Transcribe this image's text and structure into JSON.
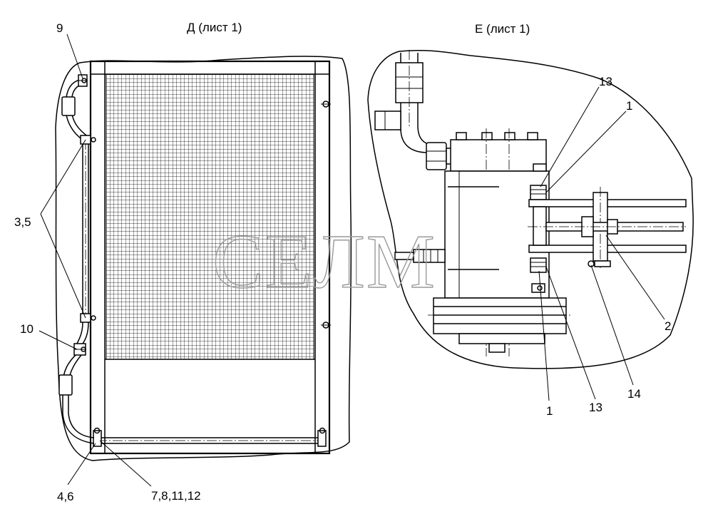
{
  "views": {
    "left_title": "Д (лист 1)",
    "right_title": "Е (лист 1)"
  },
  "callouts": {
    "c9": "9",
    "c35": "3,5",
    "c10": "10",
    "c46": "4,6",
    "c781112": "7,8,11,12",
    "c13_top": "13",
    "c1_top": "1",
    "c2": "2",
    "c1_bottom": "1",
    "c13_bottom": "13",
    "c14": "14"
  },
  "watermark": "СЕЛМ"
}
